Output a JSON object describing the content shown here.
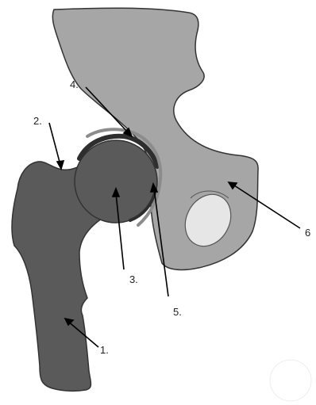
{
  "colors": {
    "pelvis": "#a6a6a6",
    "femur": "#5a5a5a",
    "foramen": "#e6e6e6",
    "cartilage": "#2e2e2e",
    "outline": "#333333"
  },
  "labels": [
    {
      "id": "1",
      "text": "1."
    },
    {
      "id": "2",
      "text": "2."
    },
    {
      "id": "3",
      "text": "3."
    },
    {
      "id": "4",
      "text": "4."
    },
    {
      "id": "5",
      "text": "5."
    },
    {
      "id": "6",
      "text": "6"
    }
  ]
}
